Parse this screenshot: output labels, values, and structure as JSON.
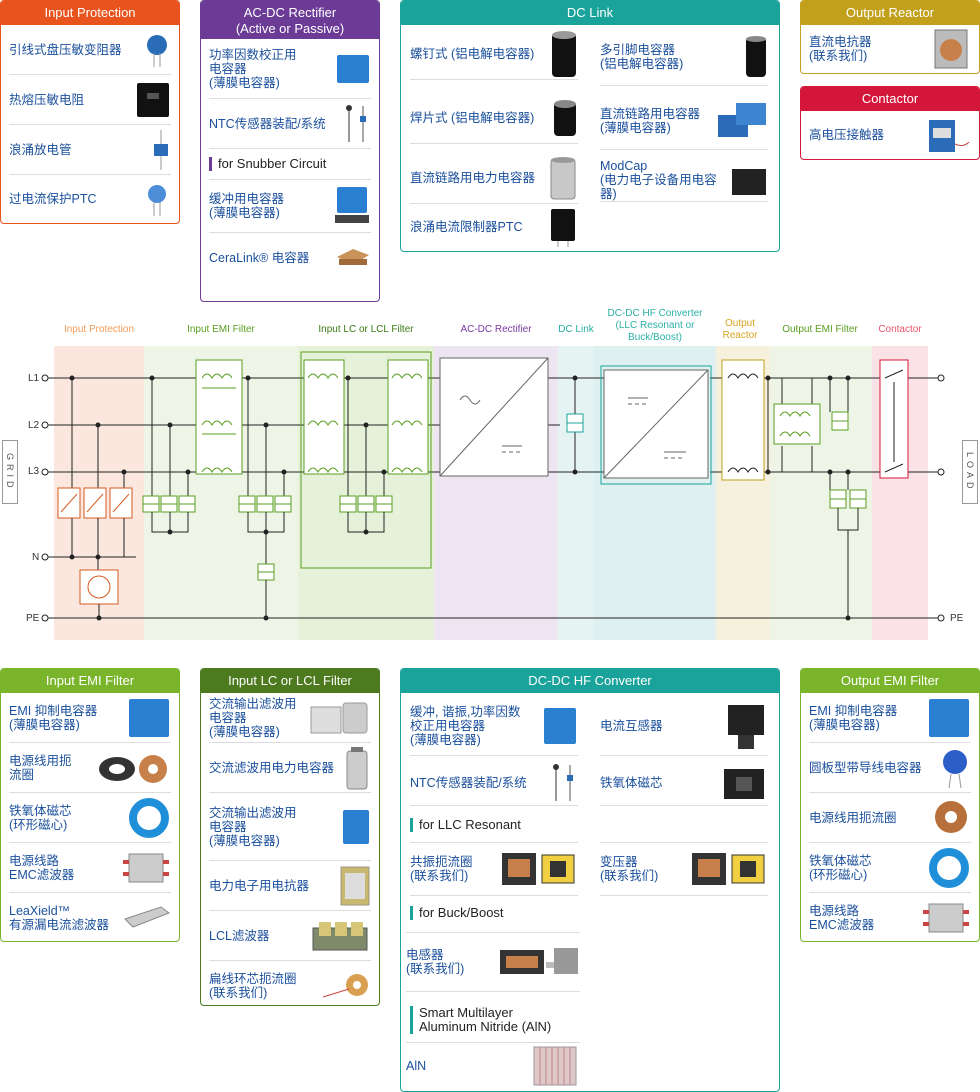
{
  "colors": {
    "orange": "#e8531e",
    "purple": "#6b3b96",
    "teal": "#1aa39a",
    "olive": "#c2a01c",
    "red": "#d4163a",
    "green": "#79b42a",
    "dkgreen": "#4d7a1e"
  },
  "input_protection": {
    "title": "Input Protection",
    "items": [
      "引线式盘压敏变阻器",
      "热熔压敏电阻",
      "浪涌放电管",
      "过电流保护PTC"
    ]
  },
  "acdc_rectifier": {
    "title": "AC-DC Rectifier\n(Active or Passive)",
    "items": [
      "功率因数校正用\n电容器\n(薄膜电容器)",
      "NTC传感器装配/系统"
    ],
    "sub": "for Snubber Circuit",
    "items2": [
      "缓冲用电容器\n(薄膜电容器)",
      "CeraLink® 电容器"
    ]
  },
  "dc_link": {
    "title": "DC Link",
    "items": [
      "螺钉式 (铝电解电容器)",
      "多引脚电容器\n(铝电解电容器)",
      "焊片式 (铝电解电容器)",
      "直流链路用电容器\n(薄膜电容器)",
      "直流链路用电力电容器",
      "ModCap\n(电力电子设备用电容器)",
      "浪涌电流限制器PTC"
    ]
  },
  "output_reactor": {
    "title": "Output Reactor",
    "items": [
      "直流电抗器\n(联系我们)"
    ]
  },
  "contactor": {
    "title": "Contactor",
    "items": [
      "高电压接触器"
    ]
  },
  "diagram": {
    "zones": [
      "Input Protection",
      "Input EMI Filter",
      "Input LC or LCL Filter",
      "AC-DC Rectifier",
      "DC Link",
      "DC-DC HF Converter\n(LLC Resonant or\nBuck/Boost)",
      "Output\nReactor",
      "Output EMI Filter",
      "Contactor"
    ],
    "nodes": [
      "L1",
      "L2",
      "L3",
      "N",
      "PE"
    ],
    "pe_right": "PE",
    "grid": "GRID",
    "load": "LOAD",
    "ac_symbol": "~",
    "dc_symbol": "---"
  },
  "input_emi": {
    "title": "Input EMI Filter",
    "items": [
      "EMI 抑制电容器\n(薄膜电容器)",
      "电源线用扼\n流圈",
      "铁氧体磁芯\n(环形磁心)",
      "电源线路\nEMC滤波器",
      "LeaXield™\n有源漏电流滤波器"
    ]
  },
  "input_lc": {
    "title": "Input LC or LCL Filter",
    "items": [
      "交流输出滤波用\n电容器\n(薄膜电容器)",
      "交流滤波用电力电容器",
      "交流输出滤波用\n电容器\n(薄膜电容器)",
      "电力电子用电抗器",
      "LCL滤波器",
      "扁线环芯扼流圈\n(联系我们)"
    ]
  },
  "dcdc": {
    "title": "DC-DC HF Converter",
    "items": [
      "缓冲, 谐振,功率因数\n校正用电容器\n(薄膜电容器)",
      "电流互感器",
      "NTC传感器装配/系统",
      "铁氧体磁芯"
    ],
    "sub1": "for LLC Resonant",
    "items_llc": [
      "共振扼流圈\n(联系我们)",
      "变压器\n(联系我们)"
    ],
    "sub2": "for Buck/Boost",
    "items_bb": [
      "电感器\n(联系我们)"
    ],
    "sub3": "Smart Multilayer\nAluminum Nitride (AlN)",
    "items_aln": [
      "AlN"
    ]
  },
  "output_emi": {
    "title": "Output EMI Filter",
    "items": [
      "EMI 抑制电容器\n(薄膜电容器)",
      "圆板型带导线电容器",
      "电源线用扼流圈",
      "铁氧体磁芯\n(环形磁心)",
      "电源线路\nEMC滤波器"
    ]
  }
}
